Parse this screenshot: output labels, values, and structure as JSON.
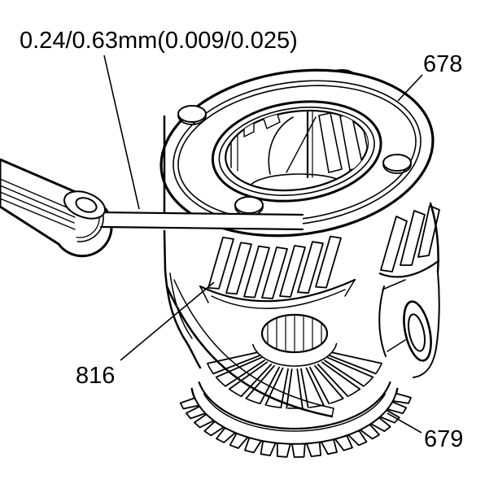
{
  "diagram": {
    "background": "#ffffff",
    "line_color": "#000000",
    "spec_label": {
      "text": "0.24/0.63mm(0.009/0.025)"
    },
    "callouts": [
      {
        "id": "flange-callout",
        "text": "678"
      },
      {
        "id": "side-gear-callout",
        "text": "816"
      },
      {
        "id": "ring-gear-callout",
        "text": "679"
      }
    ]
  }
}
